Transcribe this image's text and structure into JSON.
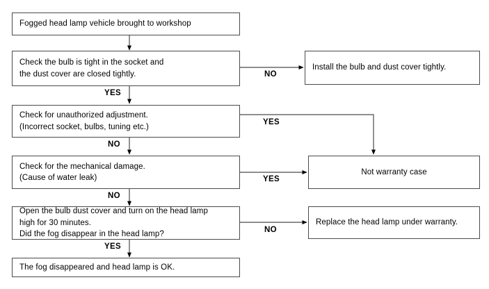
{
  "diagram": {
    "title": "Fogged head lamp diagnostic flowchart",
    "type": "flowchart",
    "line_color": "#4a4a4a",
    "arrow_color": "#000000",
    "text_color": "#000000",
    "background": "#ffffff",
    "nodes": [
      {
        "id": "start",
        "label": "Fogged head lamp vehicle brought to workshop",
        "align": "left"
      },
      {
        "id": "check-bulb",
        "label": "Check the bulb is tight in the socket and\nthe dust cover are closed tightly.",
        "align": "left"
      },
      {
        "id": "install-bulb",
        "label": "Install the bulb and dust cover tightly.",
        "align": "left"
      },
      {
        "id": "check-adjustment",
        "label": "Check for unauthorized adjustment.\n(Incorrect socket, bulbs, tuning etc.)",
        "align": "left"
      },
      {
        "id": "check-damage",
        "label": "Check for the mechanical damage.\n(Cause of water leak)",
        "align": "left"
      },
      {
        "id": "not-warranty",
        "label": "Not warranty case",
        "align": "center"
      },
      {
        "id": "open-cover",
        "label": "Open the bulb dust cover and turn on the head lamp\nhigh for 30 minutes.\nDid the fog disappear in the head lamp?",
        "align": "left"
      },
      {
        "id": "replace-lamp",
        "label": "Replace the head lamp under warranty.",
        "align": "left"
      },
      {
        "id": "fog-ok",
        "label": "The fog disappeared and head lamp is OK.",
        "align": "left"
      }
    ],
    "edge_labels": [
      {
        "id": "yes-1",
        "text": "YES"
      },
      {
        "id": "no-1",
        "text": "NO"
      },
      {
        "id": "yes-2",
        "text": "YES"
      },
      {
        "id": "no-2",
        "text": "NO"
      },
      {
        "id": "yes-3",
        "text": "YES"
      },
      {
        "id": "no-3",
        "text": "NO"
      },
      {
        "id": "yes-4",
        "text": "YES"
      },
      {
        "id": "no-4",
        "text": "NO"
      }
    ]
  }
}
